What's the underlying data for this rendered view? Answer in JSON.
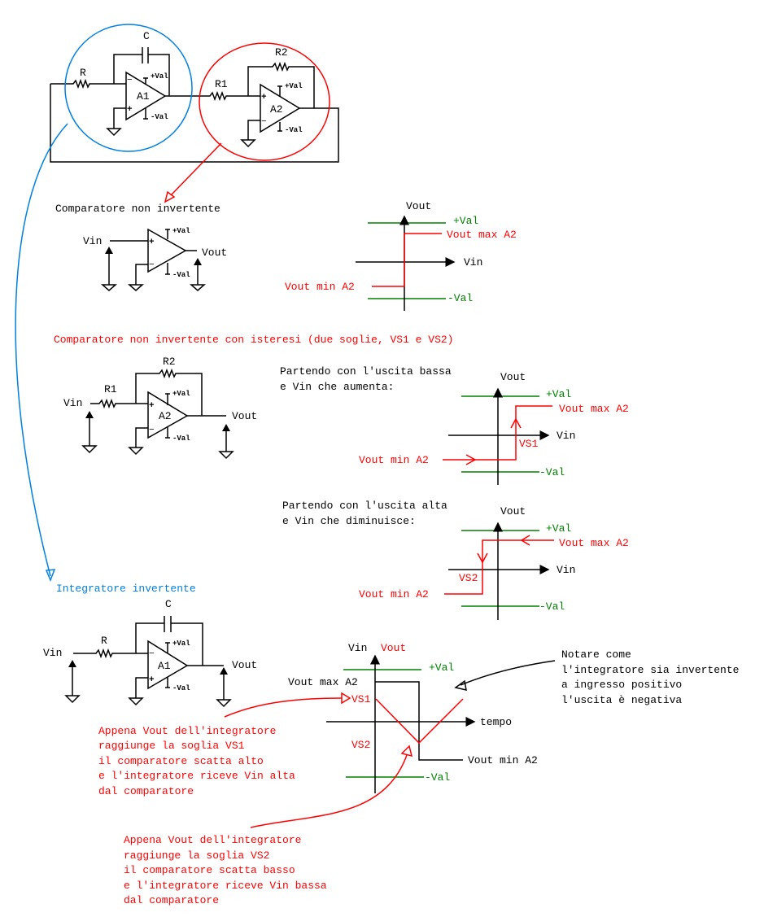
{
  "colors": {
    "black": "#000000",
    "red": "#ff0000",
    "green": "#008000",
    "blue": "#0080e0"
  },
  "top_circuit": {
    "r": "R",
    "c": "C",
    "a1": "A1",
    "r1": "R1",
    "r2": "R2",
    "a2": "A2",
    "plus_val": "+Val",
    "minus_val": "-Val",
    "plus": "+",
    "minus": "−"
  },
  "section1": {
    "title": "Comparatore non invertente",
    "vin": "Vin",
    "vout": "Vout",
    "plus_val": "+Val",
    "minus_val": "-Val",
    "graph": {
      "y_label": "Vout",
      "x_label": "Vin",
      "pos_rail": "+Val",
      "neg_rail": "-Val",
      "max": "Vout max A2",
      "min": "Vout min A2"
    }
  },
  "section2": {
    "title": "Comparatore non invertente con isteresi (due soglie, VS1 e VS2)",
    "vin": "Vin",
    "vout": "Vout",
    "r1": "R1",
    "r2": "R2",
    "a2": "A2",
    "plus_val": "+Val",
    "minus_val": "-Val",
    "graph_rising": {
      "caption_line1": "Partendo con l'uscita bassa",
      "caption_line2": "e Vin che aumenta:",
      "y_label": "Vout",
      "x_label": "Vin",
      "pos_rail": "+Val",
      "neg_rail": "-Val",
      "max": "Vout max A2",
      "min": "Vout min A2",
      "threshold": "VS1"
    },
    "graph_falling": {
      "caption_line1": "Partendo con l'uscita alta",
      "caption_line2": "e Vin che diminuisce:",
      "y_label": "Vout",
      "x_label": "Vin",
      "pos_rail": "+Val",
      "neg_rail": "-Val",
      "max": "Vout max A2",
      "min": "Vout min A2",
      "threshold": "VS2"
    }
  },
  "section3": {
    "title": "Integratore invertente",
    "vin": "Vin",
    "vout": "Vout",
    "r": "R",
    "c": "C",
    "a1": "A1",
    "plus_val": "+Val",
    "minus_val": "-Val",
    "graph": {
      "y_label_vin": "Vin",
      "y_label_vout": "Vout",
      "x_label": "tempo",
      "pos_rail": "+Val",
      "neg_rail": "-Val",
      "max": "Vout max A2",
      "min": "Vout min A2",
      "vs1": "VS1",
      "vs2": "VS2"
    },
    "note": [
      "Notare come",
      "l'integratore sia invertente",
      "a ingresso positivo",
      "l'uscita è negativa"
    ],
    "annotation_vs1": [
      "Appena Vout dell'integratore",
      "raggiunge la soglia VS1",
      "il comparatore scatta alto",
      "e l'integratore riceve Vin alta",
      "dal comparatore"
    ],
    "annotation_vs2": [
      "Appena Vout dell'integratore",
      "raggiunge la soglia VS2",
      "il comparatore scatta basso",
      "e l'integratore riceve Vin bassa",
      "dal comparatore"
    ]
  }
}
